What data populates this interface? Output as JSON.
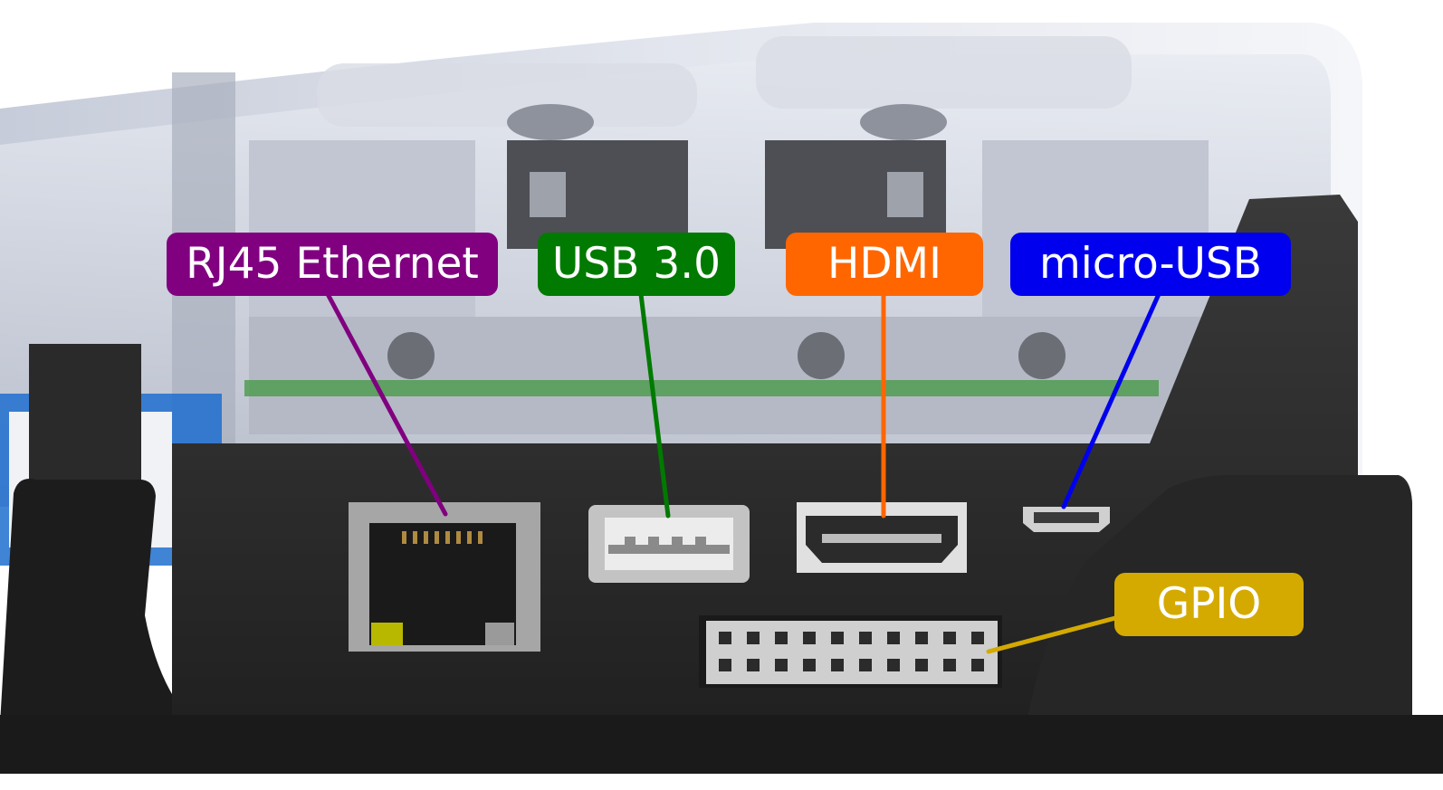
{
  "labels": {
    "rj45": {
      "text": "RJ45 Ethernet",
      "color": "#800080"
    },
    "usb3": {
      "text": "USB 3.0",
      "color": "#007a00"
    },
    "hdmi": {
      "text": "HDMI",
      "color": "#ff6600"
    },
    "microusb": {
      "text": "micro-USB",
      "color": "#0000ee"
    },
    "gpio": {
      "text": "GPIO",
      "color": "#d4aa00"
    }
  },
  "colors": {
    "enclosure": "#c9ceda",
    "board": "#2b2b2b",
    "port_metal": "#b8b8b8"
  }
}
